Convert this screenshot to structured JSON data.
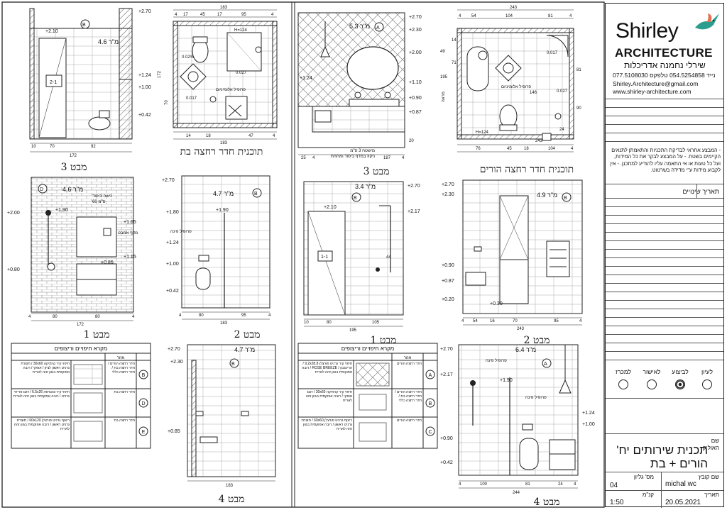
{
  "sheet": {
    "frame_color": "#222222"
  },
  "views": {
    "v_bath_top": {
      "label": "מבט 3",
      "area": "4.6 מ\"ר",
      "letter": "B",
      "dims": [
        "10",
        "70",
        "92",
        "172"
      ],
      "levels": [
        "+2.70",
        "+2.10",
        "+1.24",
        "+1.00",
        "+0.42"
      ],
      "tag": "2-1"
    },
    "v_bath_plan": {
      "label": "תוכנית חדר רחצה בת",
      "dims": [
        "183",
        "4",
        "17",
        "45",
        "17",
        "95",
        "4",
        "183",
        "14",
        "18",
        "47",
        "4",
        "172",
        "70"
      ],
      "notes": [
        "H=124",
        "0.02%",
        "0.027",
        "0.017",
        "פרופיל אלומיניום"
      ]
    },
    "v_parent_3": {
      "label": "מבט 3",
      "area": "5.3 מ\"ר",
      "letter": "A",
      "levels": [
        "+2.70",
        "+2.30",
        "+2.00",
        "+1.10",
        "+0.90",
        "+0.87",
        "+1.24"
      ],
      "dims": [
        "25",
        "4",
        "187",
        "4",
        "20"
      ],
      "notes": [
        "מישטח 3 ס\"מ",
        "ניקוז במדף ביסוד ומתחת"
      ]
    },
    "v_parent_plan": {
      "label": "תוכנית חדר רחצה הורים",
      "dims": [
        "243",
        "4",
        "54",
        "104",
        "81",
        "4",
        "76",
        "45",
        "18",
        "104",
        "243",
        "4",
        "49",
        "71",
        "14",
        "81",
        "90",
        "195",
        "24"
      ],
      "notes": [
        "H=124",
        "0.017",
        "0.027",
        "146",
        "פרופיל אלומיניום",
        "מראה"
      ]
    },
    "v_bath_1": {
      "label": "מבט 1",
      "area": "4.6 מ\"ר",
      "letter": "D",
      "levels": [
        "+2.00",
        "+1.90",
        "+1.65",
        "+1.15",
        "+0.85",
        "+0.80"
      ],
      "dims": [
        "4",
        "80",
        "80",
        "4",
        "172"
      ],
      "notes": [
        "נישה ביסוד",
        "60 ס\"מ",
        "מדף אמבט"
      ]
    },
    "v_bath_2": {
      "label": "מבט 2",
      "area": "4.7 מ\"ר",
      "letter": "B",
      "levels": [
        "+2.70",
        "+1.80",
        "+1.90",
        "+1.24",
        "+1.00",
        "+0.42"
      ],
      "dims": [
        "4",
        "80",
        "95",
        "4",
        "183"
      ],
      "notes": [
        "פרופיל פינה"
      ]
    },
    "v_parent_1": {
      "label": "מבט 1",
      "area": "3.4 מ\"ר",
      "letter": "B",
      "levels": [
        "+2.70",
        "+2.10",
        "+2.17"
      ],
      "dims": [
        "10",
        "80",
        "105",
        "195"
      ],
      "tag": "1-1",
      "notes": [
        "44"
      ]
    },
    "v_parent_2": {
      "label": "מבט 2",
      "area": "4.9 מ\"ר",
      "letter": "B",
      "levels": [
        "+2.70",
        "+2.30",
        "+0.90",
        "+0.87",
        "+0.20",
        "+0.30"
      ],
      "dims": [
        "4",
        "54",
        "16",
        "70",
        "95",
        "4",
        "243"
      ]
    },
    "v_bath_4": {
      "label": "מבט 4",
      "area": "4.7 מ\"ר",
      "letter": "B",
      "levels": [
        "+2.70",
        "+2.30",
        "+0.85"
      ],
      "dims": [
        "183"
      ]
    },
    "v_parent_4": {
      "label": "מבט 4",
      "area": "6.4 מ\"ר",
      "letter": "A",
      "levels": [
        "+2.70",
        "+2.17",
        "+1.90",
        "+1.24",
        "+1.00",
        "+0.90",
        "+0.42"
      ],
      "dims": [
        "4",
        "100",
        "81",
        "24",
        "4",
        "244"
      ],
      "notes": [
        "פרופיל פינה",
        "פרופיל פינה"
      ]
    }
  },
  "legend_left": {
    "title": "מקרא חיפויים וריצופים",
    "col_head": "אזור",
    "rows": [
      {
        "letter": "B",
        "area": "חדר רחצה הורים / חדר רחצה בת / חדר רחצה כללי",
        "spec": "חיפוי קיר קרמיקה 30x60 / תוצרת גרניט ראשון לציון / אופקי / רובה אפוקסית בגוון זהה לאריח"
      },
      {
        "letter": "D",
        "area": "חדר רחצה בת",
        "spec": "חיפוי קיר ונוטרסה 6.5x26 / דגם אריחי גרניט / רובה אפוקסית בגוון זהה לאריח"
      },
      {
        "letter": "E",
        "area": "חדר רחצה בת",
        "spec": "ריצוף גרניט פורצלן 60x120 / תוצרת גרניט ראשון / רובה אפוקסית בגוון זהה לאריח"
      }
    ]
  },
  "legend_right": {
    "title": "מקרא חיפויים וריצופים",
    "col_head": "אזור",
    "rows": [
      {
        "letter": "A",
        "area": "חדר רחצה הורים",
        "spec": "חיפוי קיר גרניט פורצלן 9.2x28.8 / הרינגבון / ROSE BREEZE / רובה אפוקסית בגוון זהה לאריח"
      },
      {
        "letter": "B",
        "area": "חדר רחצה הורים / חדר רחצה בת / חדר רחצה כללי",
        "spec": "חיפוי קיר קרמיקה 30x60 / דגם אופקי / רובה אפוקסית בגוון זהה לאריח"
      },
      {
        "letter": "C",
        "area": "חדר רחצה הורים",
        "spec": "ריצוף גרניט פורצלן 60x60 / תוצרת גרניט ראשון / רובה אפוקסית בגוון זהה לאריח"
      }
    ]
  },
  "title_block": {
    "logo_word1": "Shirley",
    "logo_word2": "ARCHITECTURE",
    "logo_hebrew": "שירלי נחמנה אדריכלות",
    "phones": "נייד 054.5254858 טלפקס 077.5108030",
    "email": "Shirley.Architecture@gmail.com",
    "website": "www.shirley-architecture.com",
    "note": "- המבצע אחראי לבדיקת התכניות והתאמתן לתנאים הקיימים בשטח. - על המבצע לבקר את כל המידות, ועל כל טעות או אי התאמה עליו להודיע למתכנן. - אין לקבוע מידות ע\"י מדידה בשרטוט.",
    "changes_header": "תאריך שינויים",
    "status": [
      "לעיון",
      "לביצוע",
      "לאישור",
      "למכרז"
    ],
    "status_selected": "לביצוע",
    "name_label": "שם",
    "project_label": "האוליק",
    "project": "תכנית שירותים יח' הורים + בת",
    "file_label": "שם קובץ",
    "file": "michal wc",
    "sheet_label": "מס' גליון",
    "sheet_no": "04",
    "date_label": "תאריך",
    "date": "20.05.2021",
    "scale_label": "קנ\"מ",
    "scale": "1:50",
    "accent_color": "#2a9d8f"
  }
}
